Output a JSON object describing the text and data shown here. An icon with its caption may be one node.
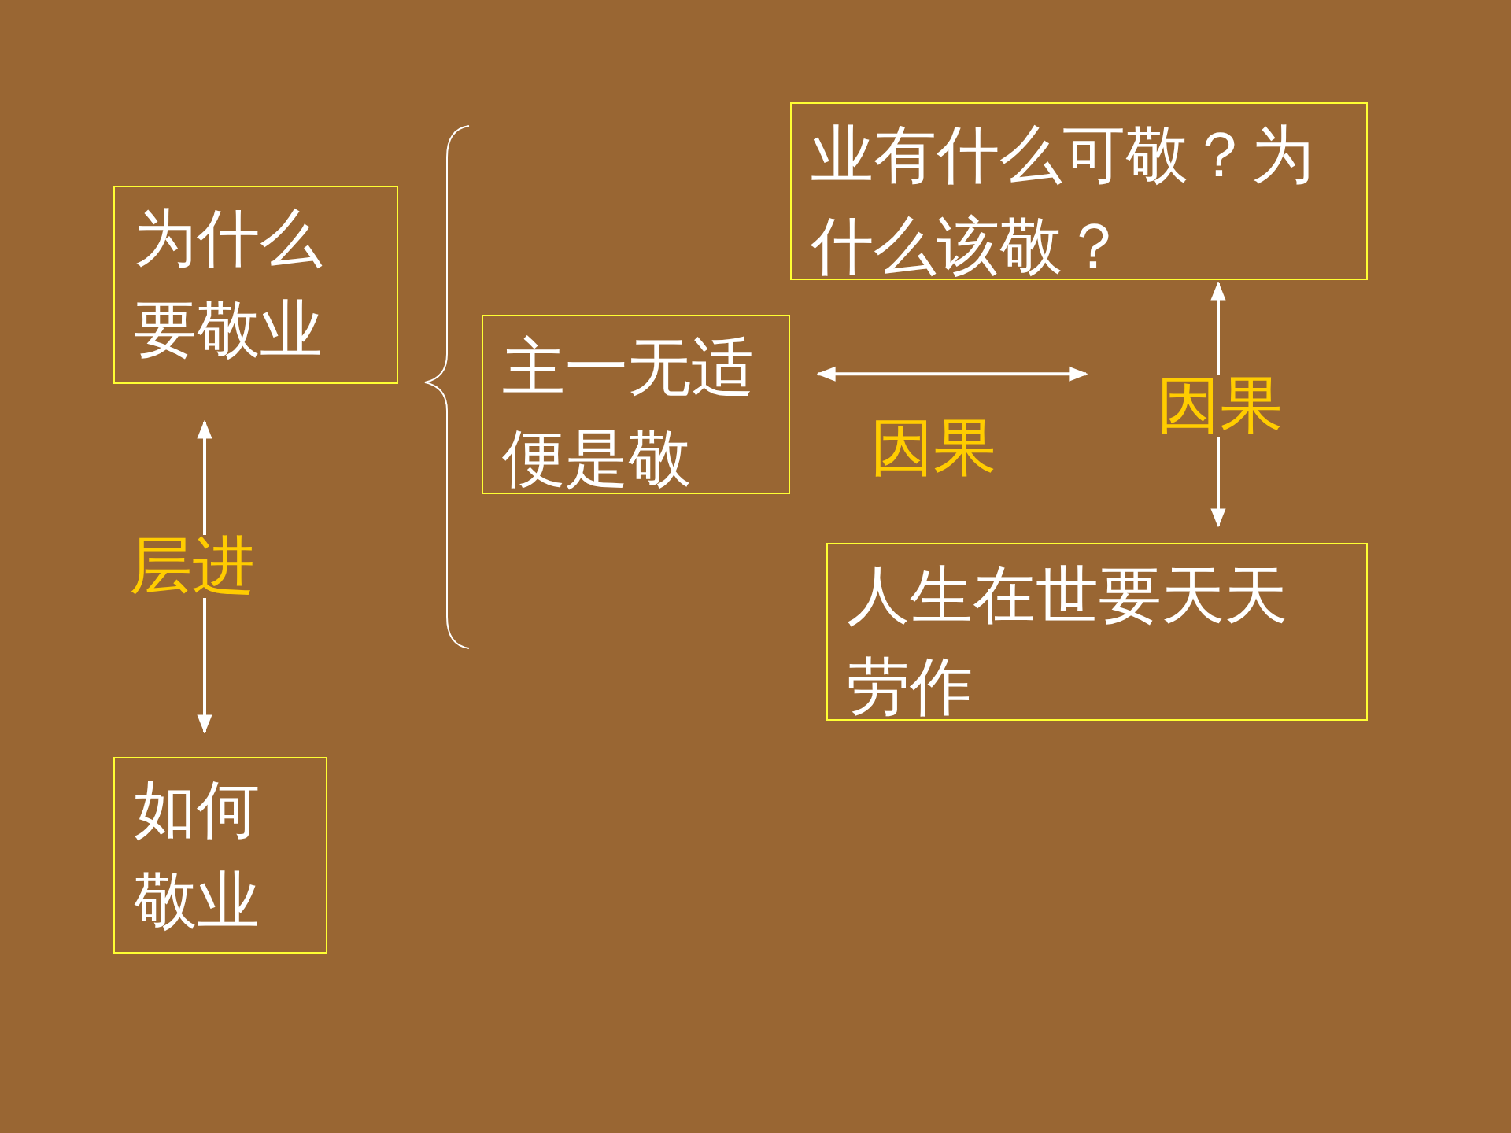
{
  "diagram": {
    "nodes": [
      {
        "text": [
          "为什么要敬业"
        ]
      },
      {
        "text": [
          "主一无适便是敬"
        ]
      },
      {
        "text": [
          "业有什么可敬？为什么该敬？"
        ]
      },
      {
        "text": [
          "人生在世要天天劳作"
        ]
      },
      {
        "text": [
          "如何敬业"
        ]
      }
    ],
    "edges": [
      {
        "from": 0,
        "to": 4,
        "arrow": "both",
        "label": "层进"
      },
      {
        "from": 1,
        "to": null,
        "arrow": "both",
        "label": "因果"
      },
      {
        "from": 2,
        "to": 3,
        "arrow": "both",
        "label": "因果"
      }
    ]
  }
}
